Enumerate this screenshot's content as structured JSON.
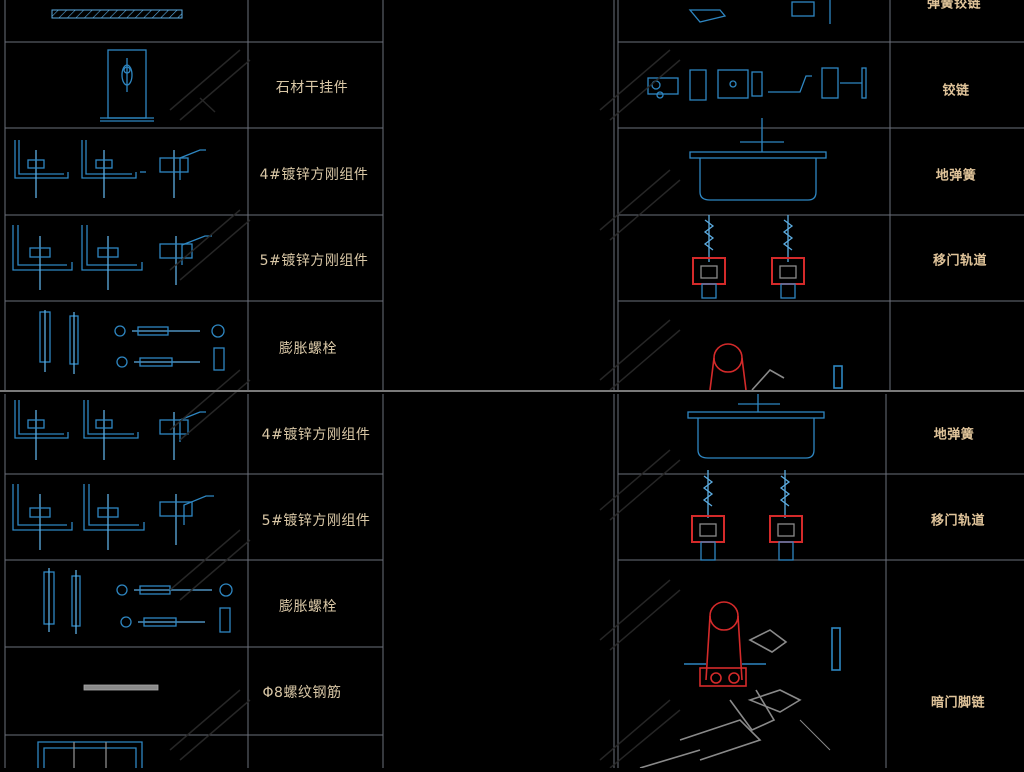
{
  "colors": {
    "grid": "#6a6f7a",
    "cyan": "#2e86c1",
    "cyan_light": "#5dade2",
    "red": "#d42a2a",
    "gray": "#8a8a8a",
    "label": "#d9c7a6"
  },
  "top_sheet": {
    "left_rows": [
      {
        "label": ""
      },
      {
        "label": "石材干挂件"
      },
      {
        "label": "4#镀锌方刚组件"
      },
      {
        "label": "5#镀锌方刚组件"
      },
      {
        "label": "膨胀螺栓"
      }
    ],
    "right_rows": [
      {
        "label": "弹簧铰链"
      },
      {
        "label": "铰链"
      },
      {
        "label": "地弹簧"
      },
      {
        "label": "移门轨道"
      },
      {
        "label": ""
      }
    ]
  },
  "bottom_sheet": {
    "left_rows": [
      {
        "label": "4#镀锌方刚组件"
      },
      {
        "label": "5#镀锌方刚组件"
      },
      {
        "label": "膨胀螺栓"
      },
      {
        "label": "Φ8螺纹钢筋"
      },
      {
        "label": ""
      }
    ],
    "right_rows": [
      {
        "label": "地弹簧"
      },
      {
        "label": "移门轨道"
      },
      {
        "label": "暗门脚链"
      }
    ]
  },
  "watermark_icon": "watermark-logo-icon"
}
